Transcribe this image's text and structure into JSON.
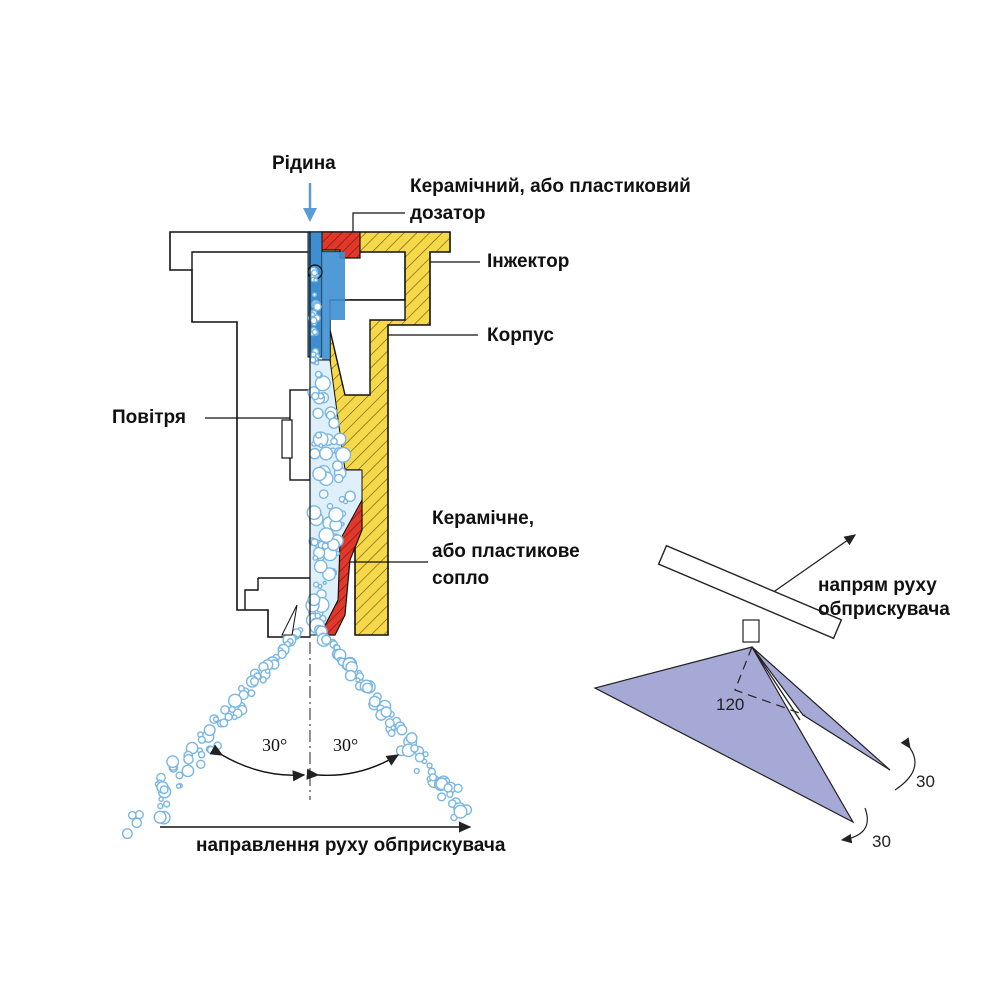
{
  "labels": {
    "liquid": "Рідина",
    "doser_line1": "Керамічний, або пластиковий",
    "doser_line2": "дозатор",
    "injector": "Інжектор",
    "body": "Корпус",
    "air": "Повітря",
    "nozzle_line1": "Керамічне,",
    "nozzle_line2": "або пластикове",
    "nozzle_line3": "сопло",
    "direction_left": "направлення руху обприскувача",
    "direction_right_line1": "напрям руху",
    "direction_right_line2": "обприскувача"
  },
  "angles": {
    "left_angle": "30°",
    "right_angle": "30°",
    "fan_angle": "120",
    "tilt_upper": "30",
    "tilt_lower": "30"
  },
  "colors": {
    "liquid": "#3f8fd0",
    "doser": "#e0382b",
    "injector": "#f6d94a",
    "spray": "#79b7e3",
    "fan": "#a6a8d6",
    "arrow": "#5b9bd5"
  }
}
